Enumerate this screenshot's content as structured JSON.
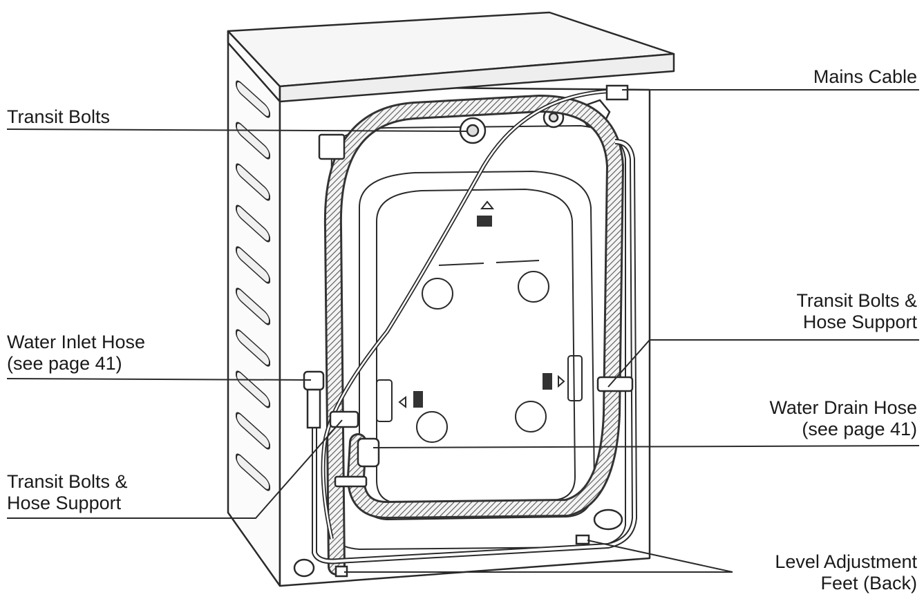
{
  "labels": {
    "mains_cable": "Mains Cable",
    "transit_bolts_top": "Transit Bolts",
    "transit_bolts_hose_support_right": [
      "Transit Bolts &",
      "Hose Support"
    ],
    "water_inlet_hose": [
      "Water Inlet Hose",
      "(see page 41)"
    ],
    "water_drain_hose": [
      "Water Drain Hose",
      "(see page 41)"
    ],
    "transit_bolts_hose_support_left": [
      "Transit Bolts &",
      "Hose Support"
    ],
    "level_adjustment_feet": [
      "Level Adjustment",
      "Feet (Back)"
    ]
  },
  "colors": {
    "line": "#2a2a2a",
    "text": "#1a1a1a",
    "fill": "#ffffff",
    "hose": "#444444"
  }
}
